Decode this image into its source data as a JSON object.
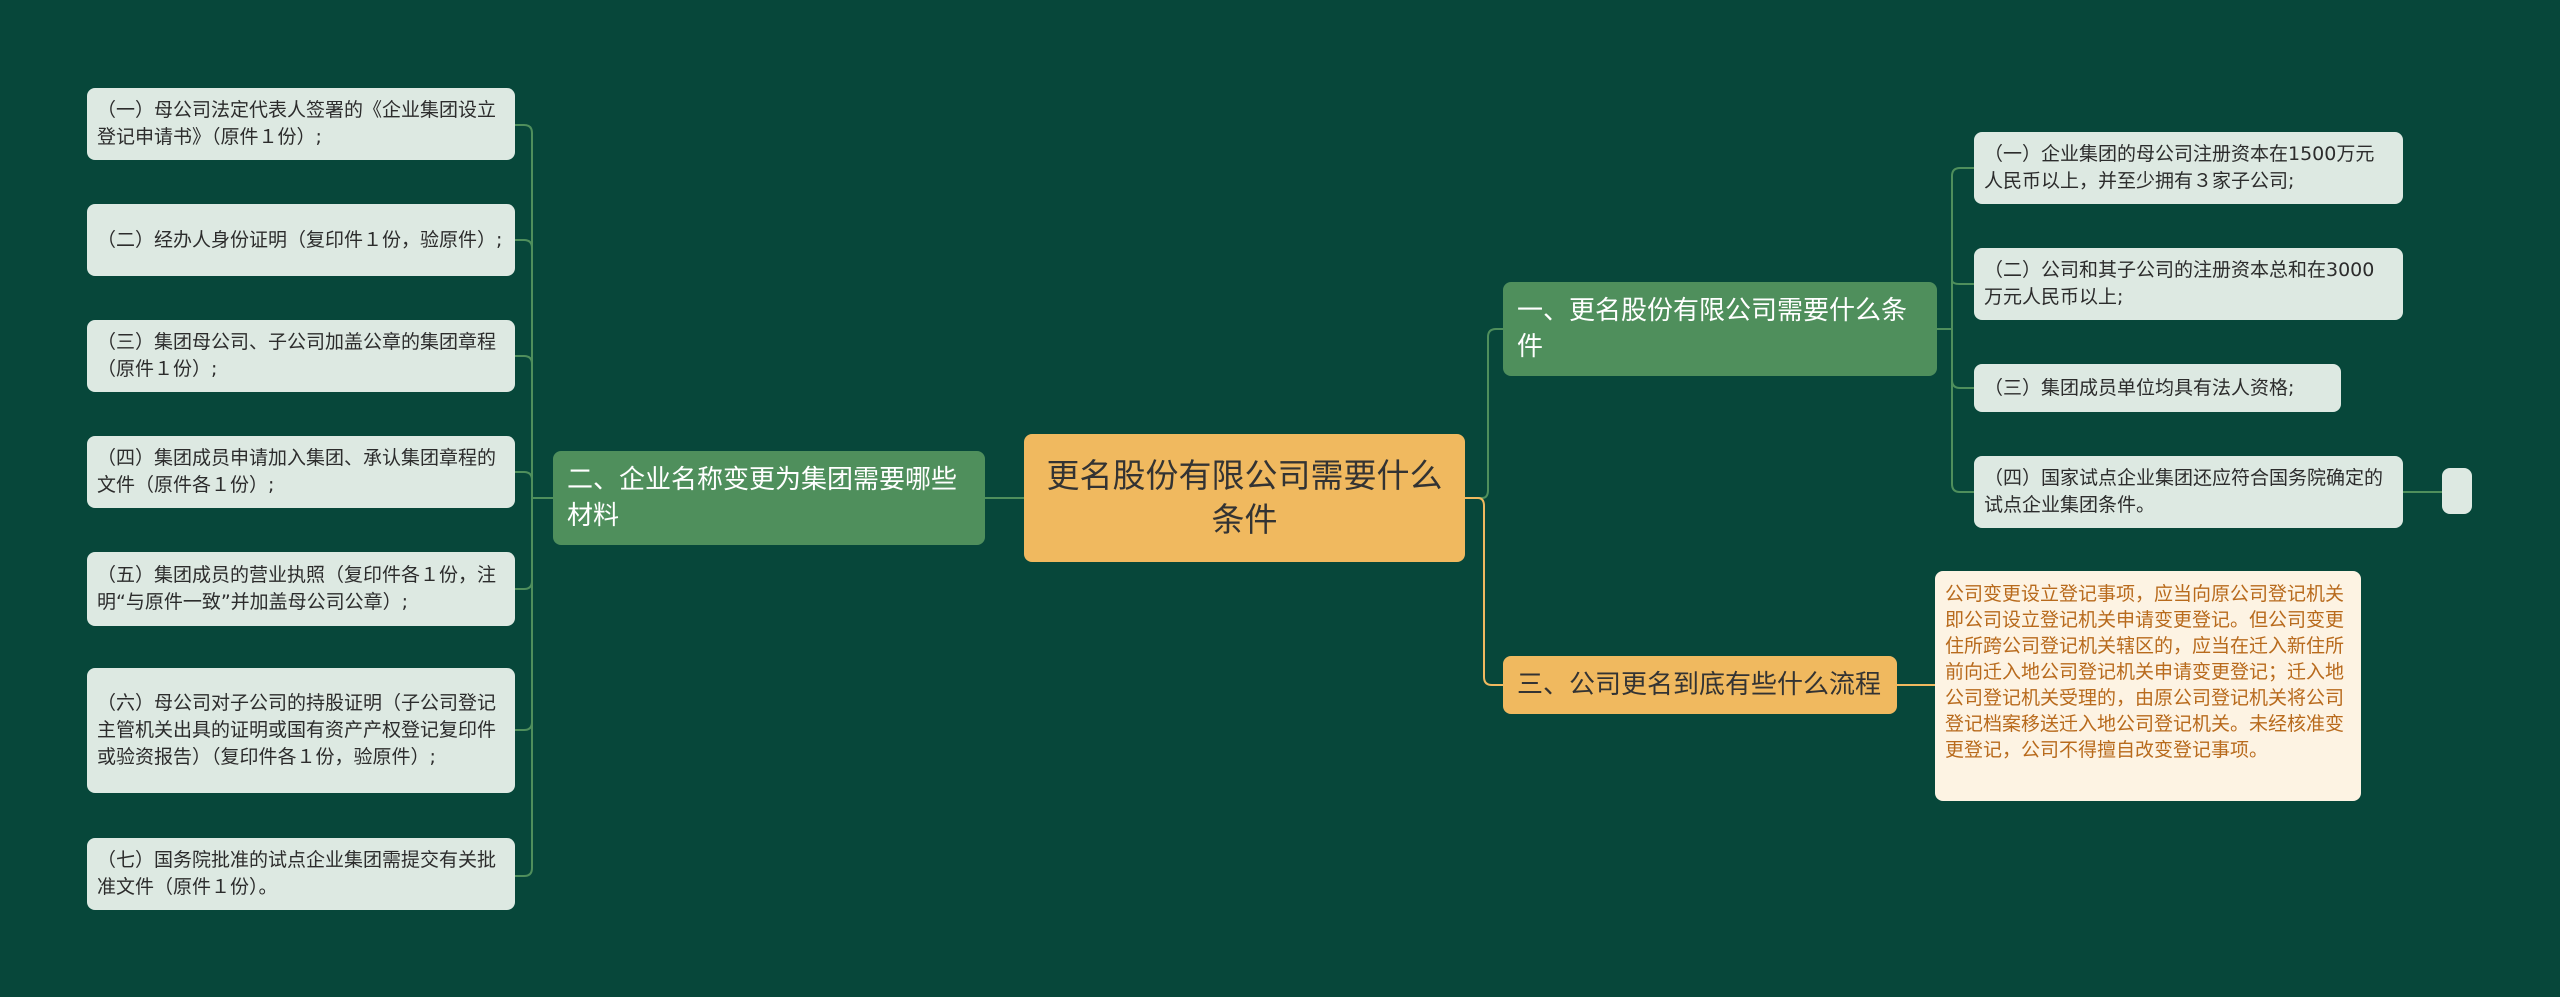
{
  "root": {
    "label": "更名股份有限公司需要什么条件"
  },
  "branch_one": {
    "label": "一、更名股份有限公司需要什么条件",
    "items": [
      "（一）企业集团的母公司注册资本在1500万元人民币以上，并至少拥有３家子公司;",
      "（二）公司和其子公司的注册资本总和在3000万元人民币以上;",
      "（三）集团成员单位均具有法人资格;",
      "（四）国家试点企业集团还应符合国务院确定的试点企业集团条件。"
    ]
  },
  "branch_two": {
    "label": "二、企业名称变更为集团需要哪些材料",
    "items": [
      "（一）母公司法定代表人签署的《企业集团设立登记申请书》（原件１份）;",
      "（二）经办人身份证明（复印件１份，验原件）;",
      "（三）集团母公司、子公司加盖公章的集团章程（原件１份）;",
      "（四）集团成员申请加入集团、承认集团章程的文件（原件各１份）;",
      "（五）集团成员的营业执照（复印件各１份，注明“与原件一致”并加盖母公司公章）;",
      "（六）母公司对子公司的持股证明（子公司登记主管机关出具的证明或国有资产产权登记复印件或验资报告）（复印件各１份，验原件）;",
      "（七）国务院批准的试点企业集团需提交有关批准文件（原件１份）。"
    ]
  },
  "branch_three": {
    "label": "三、公司更名到底有些什么流程",
    "note": "公司变更设立登记事项，应当向原公司登记机关即公司设立登记机关申请变更登记。但公司变更住所跨公司登记机关辖区的，应当在迁入新住所前向迁入地公司登记机关申请变更登记；迁入地公司登记机关受理的，由原公司登记机关将公司登记档案移送迁入地公司登记机关。未经核准变更登记，公司不得擅自改变登记事项。"
  },
  "colors": {
    "background": "#07473a",
    "root": "#f0b95f",
    "green_branch": "#4f8f5c",
    "leaf": "#dde9e2",
    "note_bg": "#fdf3e3",
    "note_text": "#b86a1c",
    "connector_green": "#4f8f5c",
    "connector_orange": "#f0b95f"
  }
}
